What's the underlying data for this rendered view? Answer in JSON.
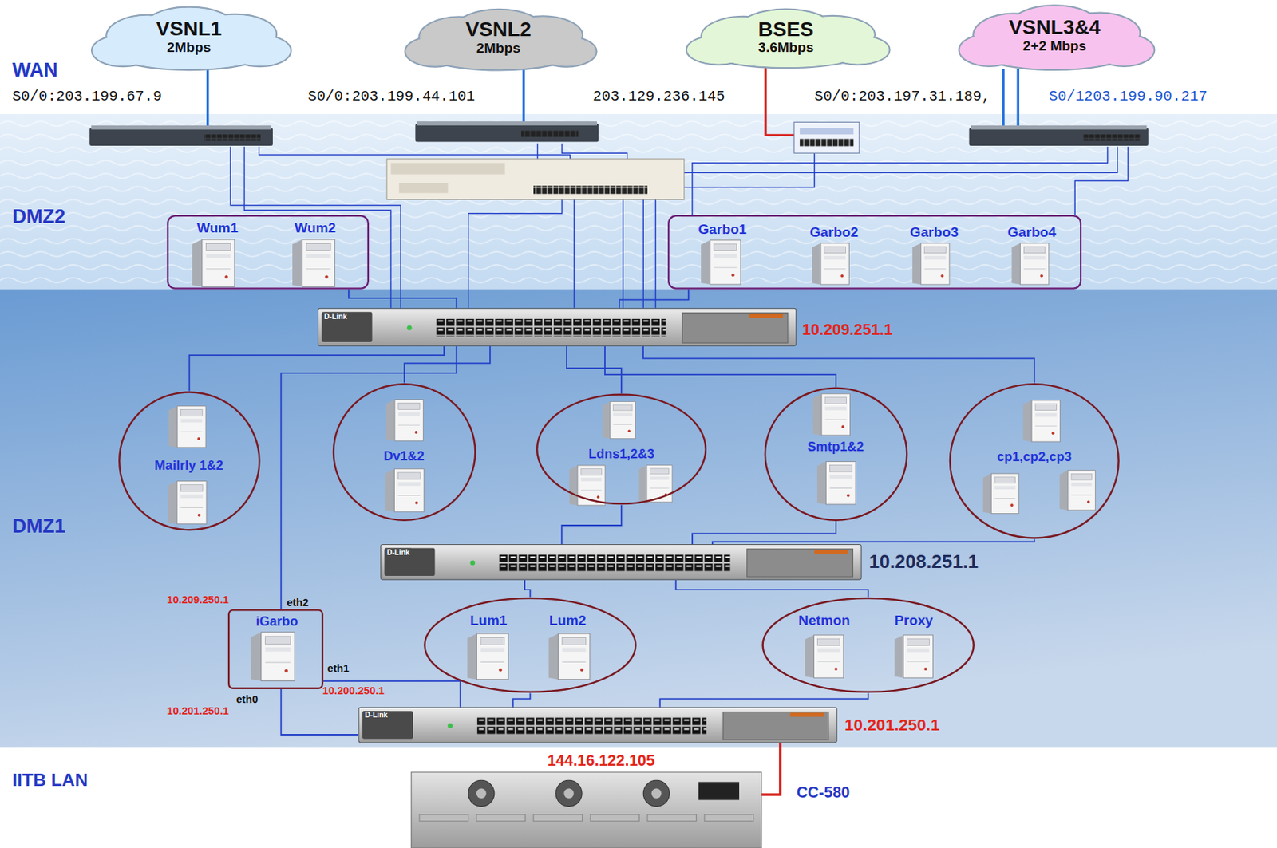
{
  "diagram": {
    "nodes": [
      {
        "text": [
          "WAN"
        ]
      },
      {
        "text": [
          "VSNL1",
          "2Mbps"
        ],
        "in": 0
      },
      {
        "text": [
          "VSNL2",
          "2Mbps"
        ],
        "in": 0
      },
      {
        "text": [
          "BSES",
          "3.6Mbps"
        ],
        "in": 0
      },
      {
        "text": [
          "VSNL3&4",
          "2+2 Mbps"
        ],
        "in": 0
      },
      {
        "text": [
          "DMZ2"
        ]
      },
      {
        "text": [
          "Wum1",
          "Wum2"
        ],
        "in": 5
      },
      {
        "text": [
          "Garbo1",
          "Garbo2",
          "Garbo3",
          "Garbo4"
        ],
        "in": 5
      },
      {
        "text": [
          "DMZ1"
        ]
      },
      {
        "text": [
          "10.209.251.1"
        ],
        "in": 8
      },
      {
        "text": [
          "Mailrly 1&2"
        ],
        "in": 8
      },
      {
        "text": [
          "Dv1&2"
        ],
        "in": 8
      },
      {
        "text": [
          "Ldns1,2&3"
        ],
        "in": 8
      },
      {
        "text": [
          "Smtp1&2"
        ],
        "in": 8
      },
      {
        "text": [
          "cp1,cp2,cp3"
        ],
        "in": 8
      },
      {
        "text": [
          "10.208.251.1"
        ],
        "in": 8
      },
      {
        "text": [
          "iGarbo"
        ],
        "in": 8
      },
      {
        "text": [
          "Lum1",
          "Lum2"
        ],
        "in": 8
      },
      {
        "text": [
          "Netmon",
          "Proxy"
        ],
        "in": 8
      },
      {
        "text": [
          "10.201.250.1"
        ],
        "in": 8
      },
      {
        "text": [
          "IITB LAN"
        ]
      },
      {
        "text": [
          "144.16.122.105",
          "CC-580"
        ],
        "in": 20
      }
    ],
    "edges": [
      {
        "from": 6,
        "to": 9,
        "arrow": "none"
      },
      {
        "from": 7,
        "to": 9,
        "arrow": "none"
      },
      {
        "from": 9,
        "to": 10,
        "arrow": "none"
      },
      {
        "from": 9,
        "to": 11,
        "arrow": "none"
      },
      {
        "from": 9,
        "to": 12,
        "arrow": "none"
      },
      {
        "from": 9,
        "to": 13,
        "arrow": "none"
      },
      {
        "from": 9,
        "to": 14,
        "arrow": "none"
      },
      {
        "from": 9,
        "to": 16,
        "arrow": "none"
      },
      {
        "from": 12,
        "to": 15,
        "arrow": "none"
      },
      {
        "from": 13,
        "to": 15,
        "arrow": "none"
      },
      {
        "from": 14,
        "to": 15,
        "arrow": "none"
      },
      {
        "from": 15,
        "to": 17,
        "arrow": "none"
      },
      {
        "from": 15,
        "to": 18,
        "arrow": "none"
      },
      {
        "from": 17,
        "to": 19,
        "arrow": "none"
      },
      {
        "from": 18,
        "to": 19,
        "arrow": "none"
      },
      {
        "from": 16,
        "to": 19,
        "arrow": "none"
      },
      {
        "from": 16,
        "to": 19,
        "arrow": "none"
      },
      {
        "from": 19,
        "to": 21,
        "arrow": "none"
      }
    ],
    "labels": [
      "S0/0:203.199.67.9",
      "S0/0:203.199.44.101",
      "203.129.236.145",
      "S0/0:203.197.31.189,",
      "S0/1203.199.90.217",
      "D-Link",
      "D-Link",
      "D-Link",
      "10.209.250.1",
      "eth2",
      "eth1",
      "10.200.250.1",
      "eth0",
      "10.201.250.1"
    ]
  }
}
